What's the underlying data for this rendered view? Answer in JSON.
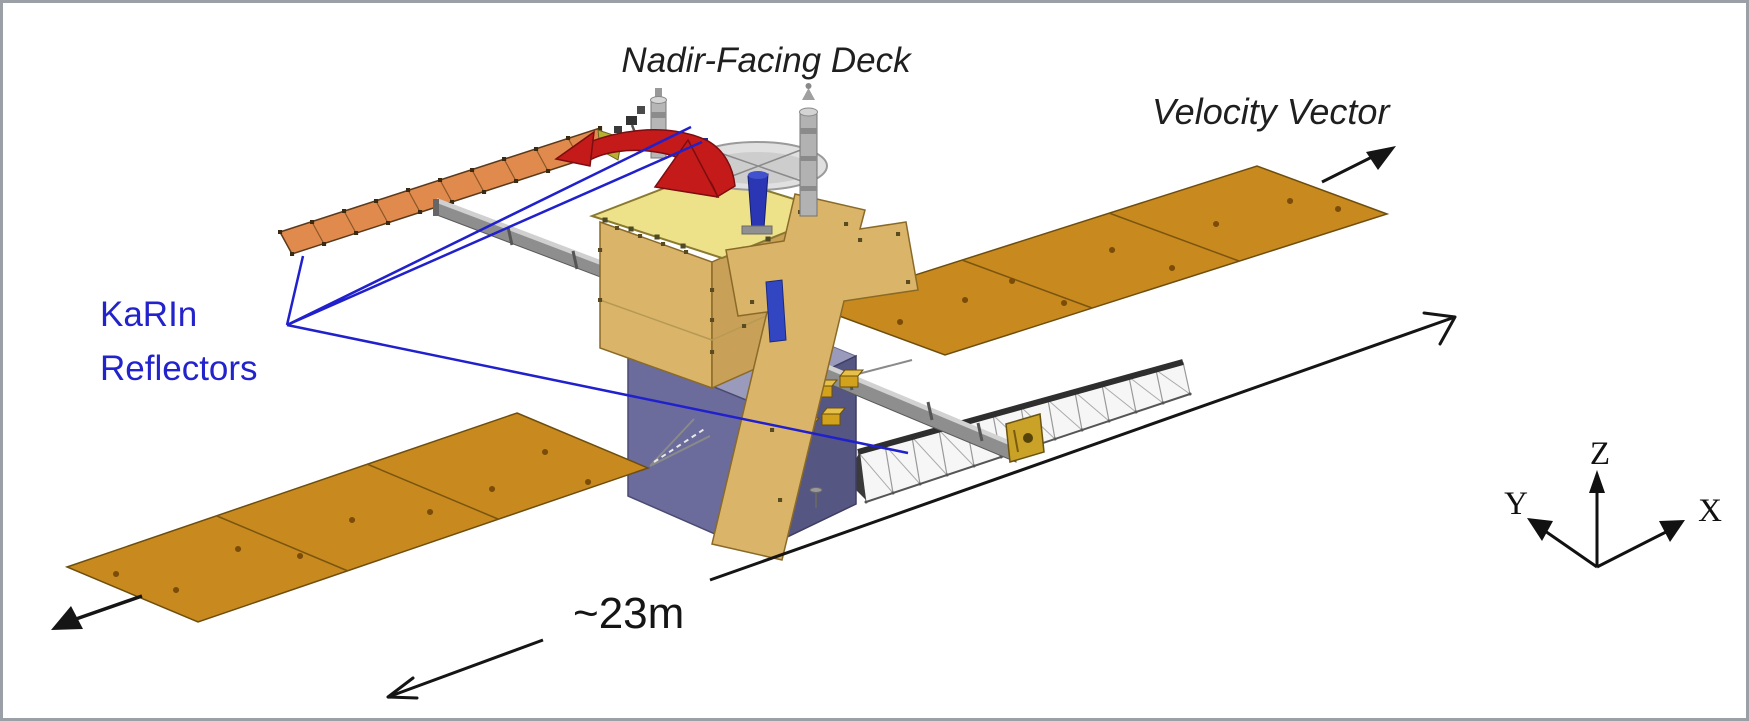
{
  "figure": {
    "labels": {
      "nadir_deck": "Nadir-Facing Deck",
      "velocity_vector": "Velocity Vector",
      "karin_line1": "KaRIn",
      "karin_line2": "Reflectors",
      "dimension": "~23m",
      "axis_x": "X",
      "axis_y": "Y",
      "axis_z": "Z"
    },
    "colors": {
      "callout_blue": "#2020cc",
      "label_dark": "#1f1f1f",
      "solar_gold": "#c8891e",
      "reflector_orange": "#e08a4d",
      "bus_purple_front": "#6b6b9c",
      "bus_purple_side": "#565682",
      "bus_purple_top": "#9a9abc",
      "box_tan_front": "#d9b469",
      "box_tan_side": "#c9a057",
      "deck_yellow": "#ede28a",
      "red_arrow": "#c41a1a",
      "boom_gray": "#8e8e8e",
      "thruster_gold": "#d2a21c"
    }
  }
}
